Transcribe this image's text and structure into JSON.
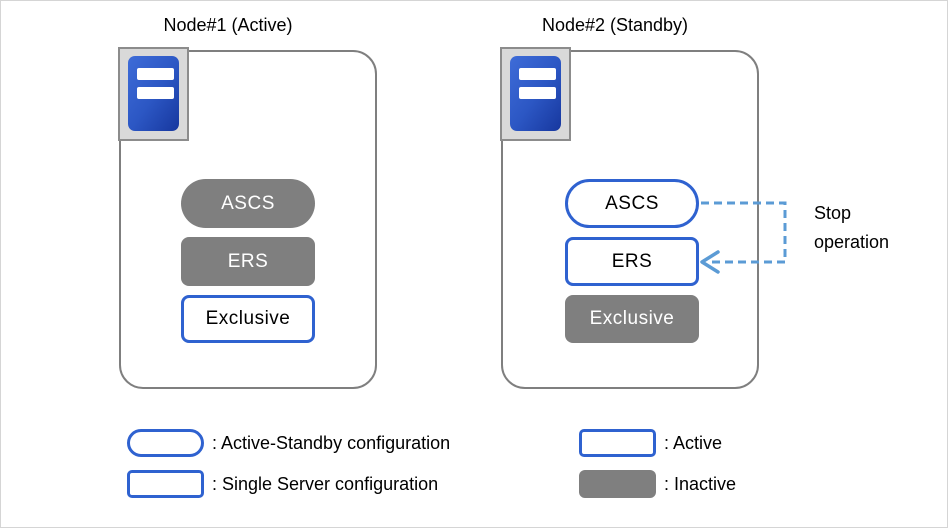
{
  "diagram": {
    "title_implied": "ASCS/ERS cluster configuration",
    "colors": {
      "accent_blue": "#2f62d0",
      "connector_blue": "#5b9bd5",
      "inactive_gray": "#7f7f7f",
      "node_border_gray": "#7f7f7f",
      "icon_frame_gray": "#d9d9d9",
      "icon_blue": "#2c57c4"
    },
    "nodes": [
      {
        "title": "Node#1 (Active)",
        "components": [
          {
            "label": "ASCS",
            "shape": "pill",
            "state": "inactive"
          },
          {
            "label": "ERS",
            "shape": "rect",
            "state": "inactive"
          },
          {
            "label": "Exclusive",
            "shape": "rect",
            "state": "active"
          }
        ]
      },
      {
        "title": "Node#2 (Standby)",
        "components": [
          {
            "label": "ASCS",
            "shape": "pill",
            "state": "active"
          },
          {
            "label": "ERS",
            "shape": "rect",
            "state": "active"
          },
          {
            "label": "Exclusive",
            "shape": "rect",
            "state": "inactive"
          }
        ]
      }
    ],
    "annotation": {
      "label": "Stop operation"
    },
    "legend": [
      {
        "shape": "pill-active",
        "label": ": Active-Standby configuration"
      },
      {
        "shape": "rect-active",
        "label": ": Single Server configuration"
      },
      {
        "shape": "rect-active",
        "label": ": Active"
      },
      {
        "shape": "rect-inactive",
        "label": ": Inactive"
      }
    ]
  }
}
